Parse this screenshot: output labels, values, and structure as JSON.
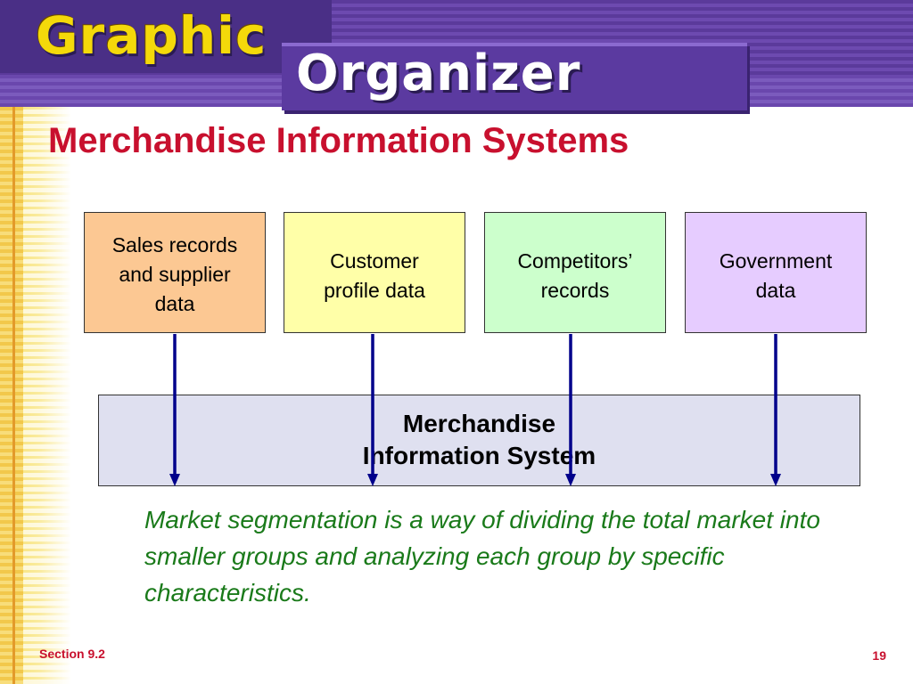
{
  "header": {
    "word_graphic": "Graphic",
    "word_organizer": "Organizer"
  },
  "title": "Merchandise Information Systems",
  "sources": [
    {
      "label": "Sales records\nand supplier\ndata",
      "fill": "#fcc893"
    },
    {
      "label": "Customer\nprofile data",
      "fill": "#ffffa8"
    },
    {
      "label": "Competitors’\nrecords",
      "fill": "#ccffcc"
    },
    {
      "label": "Government\ndata",
      "fill": "#e6ccff"
    }
  ],
  "system": {
    "label": "Merchandise\nInformation System",
    "fill": "#dfe0f0"
  },
  "caption": "Market segmentation is a way of dividing the total market into smaller groups and analyzing each group by specific characteristics.",
  "footer": {
    "section": "Section 9.2",
    "page": "19"
  },
  "colors": {
    "title": "#c8102e",
    "caption": "#1a7a1a",
    "arrow": "#00008b",
    "header_purple": "#5b3a9b",
    "header_yellow": "#f4d90a"
  }
}
